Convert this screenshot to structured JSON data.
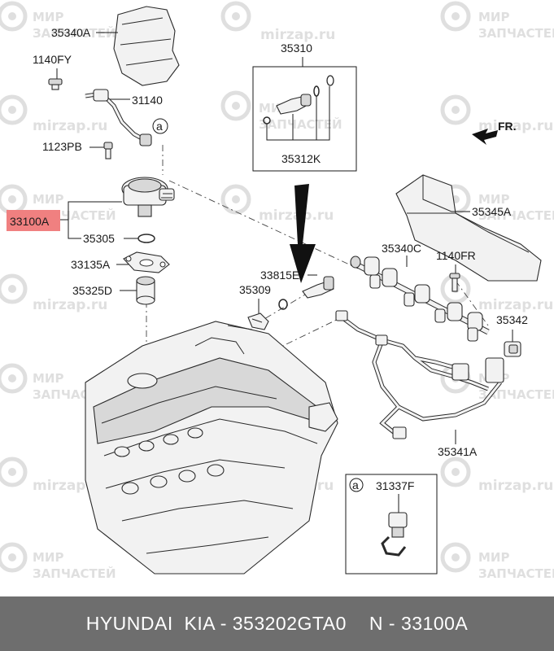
{
  "watermark": {
    "brand_ru_1": "МИР",
    "brand_ru_2": "ЗАПЧАСТЕЙ",
    "brand_url": "mirzap.ru"
  },
  "callouts": {
    "p35340A": "35340A",
    "p1140FY": "1140FY",
    "p31140": "31140",
    "p1123PB": "1123PB",
    "p33100A": "33100A",
    "p35305": "35305",
    "p33135A": "33135A",
    "p35325D": "35325D",
    "p35310": "35310",
    "p35312K": "35312K",
    "fr": "FR.",
    "p35345A": "35345A",
    "p35340C": "35340C",
    "p1140FR": "1140FR",
    "p33815E": "33815E",
    "p35309": "35309",
    "p35342": "35342",
    "p35341A": "35341A",
    "detail_a_letter": "a",
    "p31337F": "31337F",
    "ref_a": "a"
  },
  "highlight_color": "#f08080",
  "footer": {
    "brand": "HYUNDAI  KIA - 353202GTA0",
    "ref": "N - 33100A"
  }
}
